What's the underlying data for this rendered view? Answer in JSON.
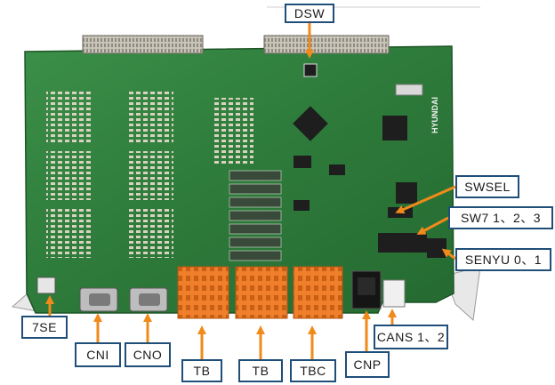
{
  "labels": {
    "dsw": "DSW",
    "swsel": "SWSEL",
    "sw7": "SW7 1、2、3",
    "senyu": "SENYU 0、1",
    "7se": "7SE",
    "cni": "CNI",
    "cno": "CNO",
    "tb1": "TB",
    "tb2": "TB",
    "tbc": "TBC",
    "cnp": "CNP",
    "cans": "CANS 1、2"
  },
  "board": {
    "brand": "HYUNDAI"
  },
  "colors": {
    "pcb": "#2d7a3a",
    "arrow": "#f08a1a",
    "label_border": "#1f4e79",
    "terminal": "#ef7f2a"
  }
}
